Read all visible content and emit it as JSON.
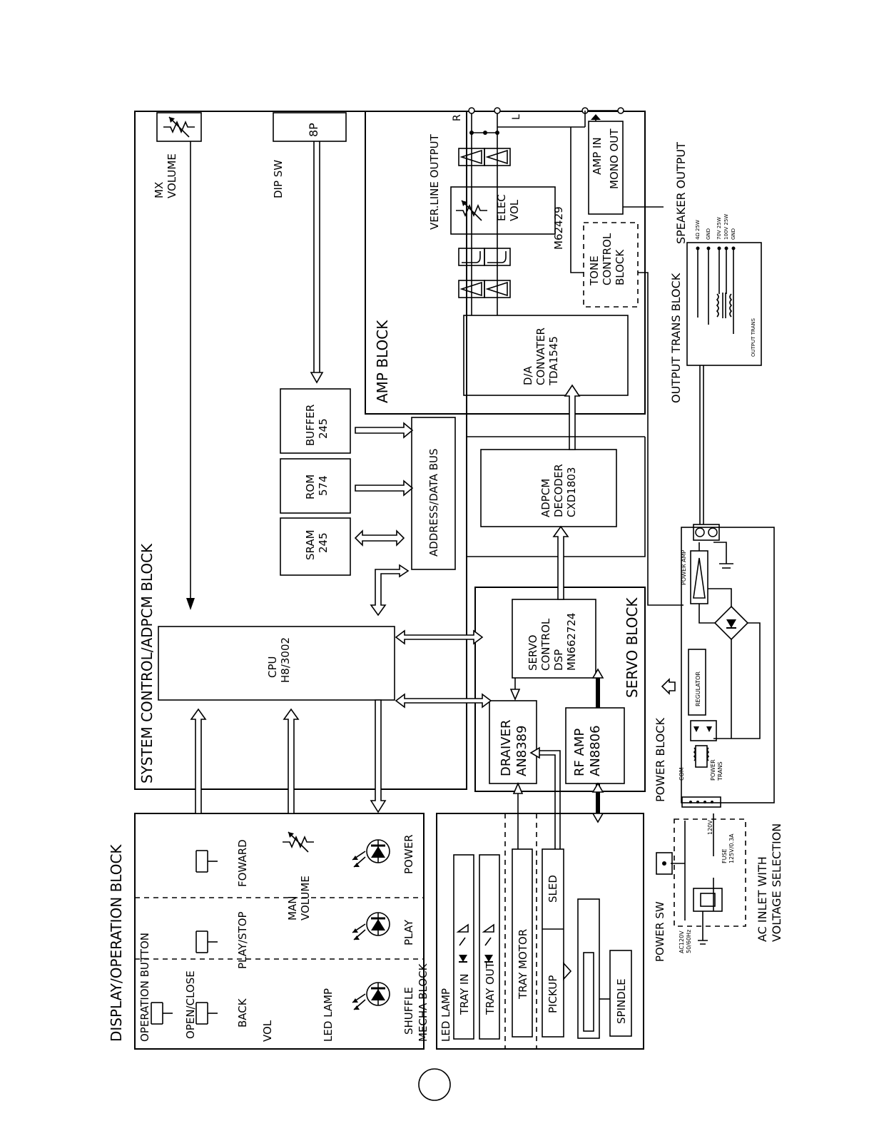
{
  "blocks": {
    "display": {
      "title": "DISPLAY/OPERATION BLOCK",
      "operation_button": "OPERATION BUTTON",
      "buttons": [
        "OPEN/CLOSE",
        "BACK",
        "PLAY/STOP",
        "FOWARD"
      ],
      "vol": "VOL",
      "man_volume": [
        "MAN",
        "VOLUME"
      ],
      "led_lamp": "LED LAMP",
      "leds": [
        "SHUFFLE",
        "PLAY",
        "POWER"
      ]
    },
    "mecha": {
      "title": "MECHA BLOCK",
      "led_lamp": "LED LAMP",
      "items": [
        "TRAY IN",
        "TRAY OUT",
        "TRAY MOTOR",
        "PICKUP",
        "SLED",
        "SPINDLE"
      ]
    },
    "system": {
      "title": "SYSTEM CONTROL/ADPCM BLOCK",
      "mx_volume": [
        "MX",
        "VOLUME"
      ],
      "dip_sw": "DIP SW",
      "dip_value": "8P",
      "cpu": [
        "CPU",
        "H8/3002"
      ],
      "sram": [
        "SRAM",
        "245"
      ],
      "rom": [
        "ROM",
        "574"
      ],
      "buffer": [
        "BUFFER",
        "245"
      ],
      "bus": "ADDRESS/DATA BUS",
      "adpcm": [
        "ADPCM",
        "DECODER",
        "CXD1803"
      ]
    },
    "servo": {
      "title": "SERVO BLOCK",
      "dsp": [
        "SERVO",
        "CONTROL",
        "DSP",
        "MN662724"
      ],
      "driver": [
        "DRAIVER",
        "AN8389"
      ],
      "rf": [
        "RF AMP",
        "AN8806"
      ]
    },
    "amp": {
      "title": "AMP BLOCK",
      "dac": [
        "D/A",
        "CONVATER",
        "TDA1545"
      ],
      "elec": [
        "ELEC",
        "VOL"
      ],
      "chip": "M62429",
      "ver_line": "VER.LINE OUTPUT",
      "r": "R",
      "l": "L",
      "amp_in": "AMP IN",
      "mono_out": "MONO OUT",
      "tone": [
        "TONE",
        "CONTROL",
        "BLOCK"
      ]
    },
    "power": {
      "title": "POWER BLOCK",
      "power_sw": "POWER SW",
      "ac_inlet": [
        "AC INLET WITH",
        "VOLTAGE SELECTION"
      ],
      "regulator": "REGULATOR",
      "power_amp": "POWER AMP",
      "power_trans": [
        "POWER",
        "TRANS"
      ],
      "com": "COM",
      "v120": "120V",
      "ac_rating": [
        "AC120V",
        "50/60Hz"
      ],
      "fuse": [
        "FUSE",
        "125V/0.3A"
      ]
    },
    "output": {
      "title": "OUTPUT TRANS BLOCK",
      "speaker": "SPEAKER OUTPUT",
      "taps": [
        "4Ω 25W",
        "GND",
        "70V 25W",
        "100V 25W",
        "GND"
      ],
      "output_trans": "OUTPUT TRANS"
    }
  },
  "footer": {
    "page_marker": ""
  }
}
